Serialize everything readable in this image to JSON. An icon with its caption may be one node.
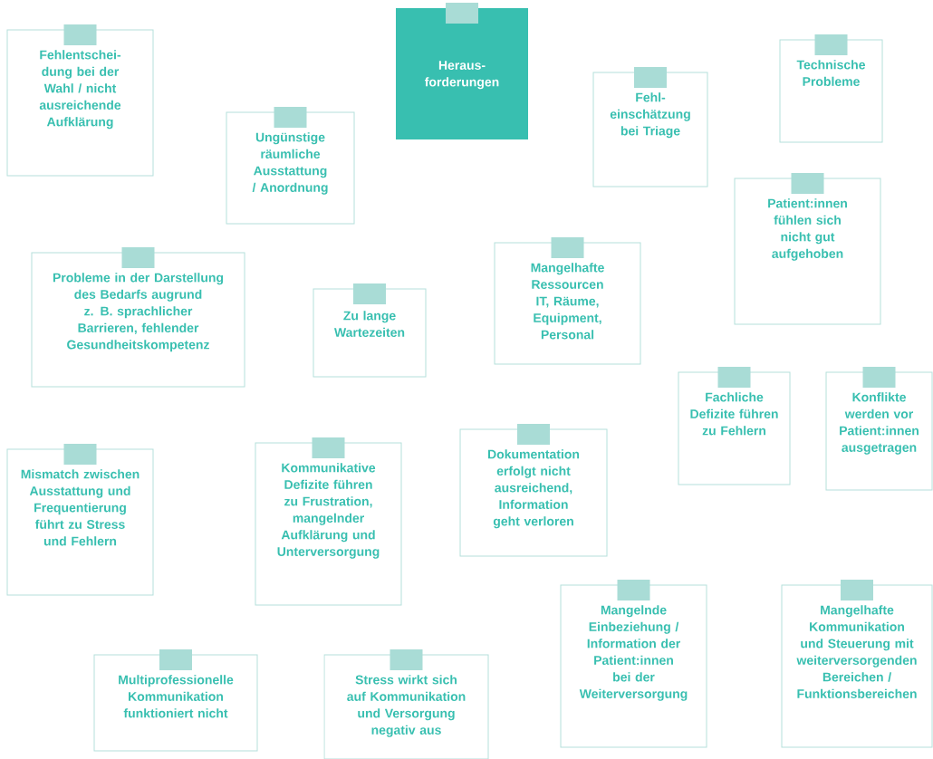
{
  "diagram": {
    "nodes": [
      {
        "text": [
          "Heraus- forderungen"
        ]
      },
      {
        "text": [
          "Fehlentschei- dung bei der Wahl / nicht ausreichende Aufklärung"
        ]
      },
      {
        "text": [
          "Ungünstige räumliche Ausstattung / Anordnung"
        ]
      },
      {
        "text": [
          "Fehl- einschätzung bei Triage"
        ]
      },
      {
        "text": [
          "Technische Probleme"
        ]
      },
      {
        "text": [
          "Probleme in der Darstellung des Bedarfs augrund z. B. sprachlicher Barrieren, fehlender Gesundheitskompetenz"
        ]
      },
      {
        "text": [
          "Zu lange Wartezeiten"
        ]
      },
      {
        "text": [
          "Mangelhafte Ressourcen IT, Räume, Equipment, Personal"
        ]
      },
      {
        "text": [
          "Patient:innen fühlen sich nicht gut aufgehoben"
        ]
      },
      {
        "text": [
          "Fachliche Defizite führen zu Fehlern"
        ]
      },
      {
        "text": [
          "Konflikte werden vor Patient:innen ausgetragen"
        ]
      },
      {
        "text": [
          "Mismatch zwischen Ausstattung und Frequentierung führt zu Stress und Fehlern"
        ]
      },
      {
        "text": [
          "Kommunikative Defizite führen zu Frustration, mangelnder Aufklärung und Unterversorgung"
        ]
      },
      {
        "text": [
          "Dokumentation erfolgt nicht ausreichend, Information geht verloren"
        ]
      },
      {
        "text": [
          "Mangelnde Einbeziehung / Information der Patient:innen bei der Weiterversorgung"
        ]
      },
      {
        "text": [
          "Mangelhafte Kommunikation und Steuerung mit weiterversorgenden Bereichen / Funktionsbereichen"
        ]
      },
      {
        "text": [
          "Multiprofessionelle Kommunikation funktioniert nicht"
        ]
      },
      {
        "text": [
          "Stress wirkt sich auf Kommunikation und Versorgung negativ aus"
        ]
      }
    ]
  }
}
